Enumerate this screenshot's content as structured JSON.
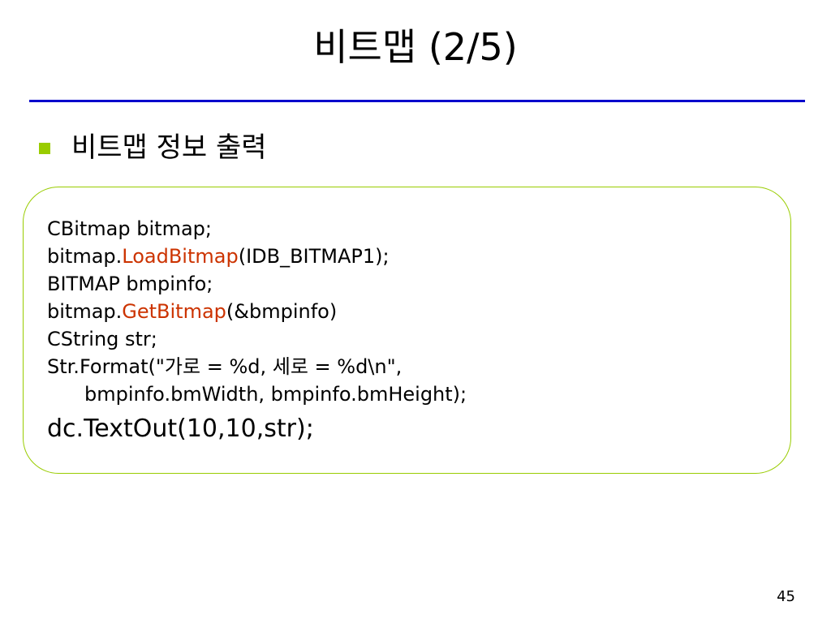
{
  "slide": {
    "title": "비트맵 (2/5)",
    "bullet": "비트맵 정보 출력",
    "page_number": "45",
    "accent_color": "#99cc00",
    "rule_color": "#0000cc",
    "highlight_color": "#cc3300"
  },
  "code": {
    "line1": "CBitmap bitmap;",
    "line2_pre": "bitmap.",
    "line2_fn": "LoadBitmap",
    "line2_post": "(IDB_BITMAP1);",
    "line3": "BITMAP bmpinfo;",
    "line4_pre": "bitmap.",
    "line4_fn": "GetBitmap",
    "line4_post": "(&bmpinfo)",
    "line5": "CString str;",
    "line6": "Str.Format(\"가로 = %d, 세로 = %d\\n\",",
    "line7": "bmpinfo.bmWidth, bmpinfo.bmHeight);",
    "line8": "dc.TextOut(10,10,str);"
  }
}
